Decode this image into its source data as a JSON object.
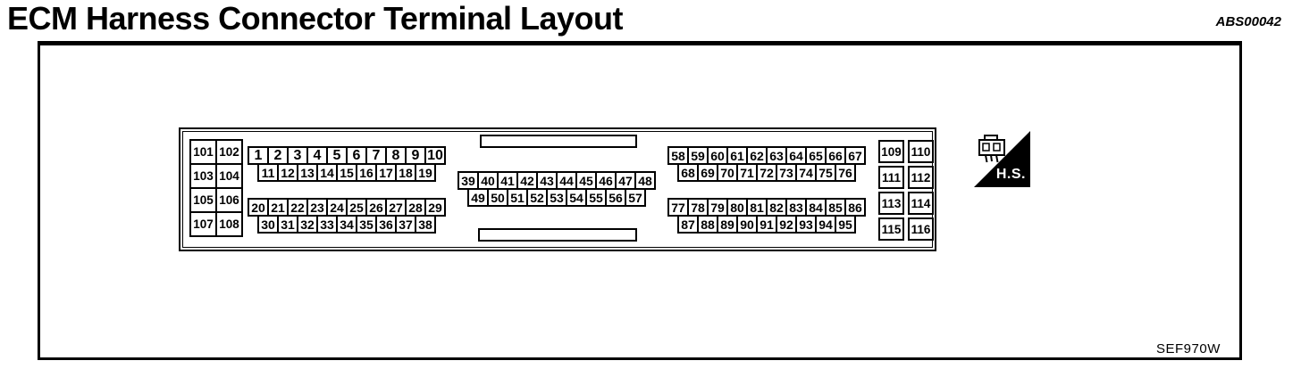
{
  "title": "ECM Harness Connector Terminal Layout",
  "figure_code": "ABS00042",
  "image_code": "SEF970W",
  "hs_icon": {
    "label": "H.S."
  },
  "colors": {
    "ink": "#000000",
    "paper": "#ffffff"
  },
  "connector": {
    "left_grid": {
      "rows": [
        [
          101,
          102
        ],
        [
          103,
          104
        ],
        [
          105,
          106
        ],
        [
          107,
          108
        ]
      ]
    },
    "right_grid": {
      "rows": [
        [
          109,
          110
        ],
        [
          111,
          112
        ],
        [
          113,
          114
        ],
        [
          115,
          116
        ]
      ]
    },
    "terminal_rows": {
      "r1_10": [
        1,
        2,
        3,
        4,
        5,
        6,
        7,
        8,
        9,
        10
      ],
      "r11_19": [
        11,
        12,
        13,
        14,
        15,
        16,
        17,
        18,
        19
      ],
      "r20_29": [
        20,
        21,
        22,
        23,
        24,
        25,
        26,
        27,
        28,
        29
      ],
      "r30_38": [
        30,
        31,
        32,
        33,
        34,
        35,
        36,
        37,
        38
      ],
      "r39_48": [
        39,
        40,
        41,
        42,
        43,
        44,
        45,
        46,
        47,
        48
      ],
      "r49_57": [
        49,
        50,
        51,
        52,
        53,
        54,
        55,
        56,
        57
      ],
      "r58_67": [
        58,
        59,
        60,
        61,
        62,
        63,
        64,
        65,
        66,
        67
      ],
      "r68_76": [
        68,
        69,
        70,
        71,
        72,
        73,
        74,
        75,
        76
      ],
      "r77_86": [
        77,
        78,
        79,
        80,
        81,
        82,
        83,
        84,
        85,
        86
      ],
      "r87_95": [
        87,
        88,
        89,
        90,
        91,
        92,
        93,
        94,
        95
      ]
    }
  }
}
